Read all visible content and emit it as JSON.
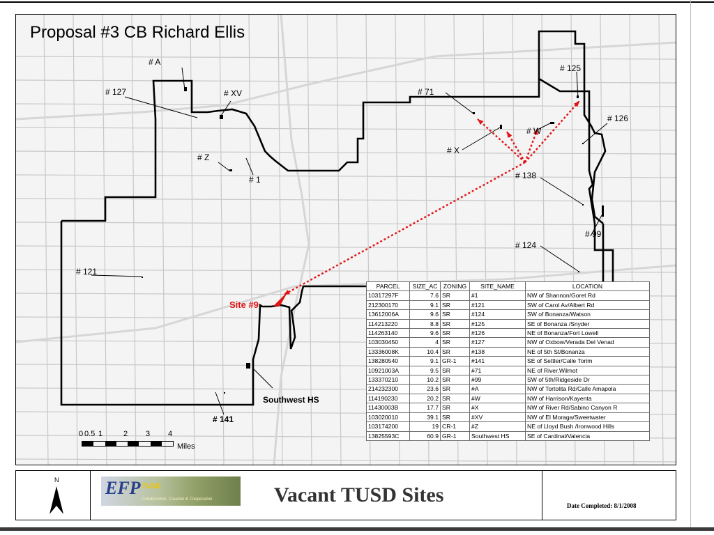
{
  "map": {
    "title": "Proposal #3 CB Richard Ellis",
    "labels": {
      "site_a": "# A",
      "site_127": "# 127",
      "site_xv": "# XV",
      "site_z": "# Z",
      "site_1": "# 1",
      "site_71": "# 71",
      "site_125": "# 125",
      "site_126": "# 126",
      "site_w": "# W",
      "site_x": "# X",
      "site_138": "# 138",
      "site_99": "# 99",
      "site_124": "# 124",
      "site_121": "# 121",
      "site_9": "Site #9",
      "southwest_hs": "Southwest HS",
      "site_141": "# 141"
    },
    "scale": {
      "ticks": [
        "0",
        "0.5",
        "1",
        "2",
        "3",
        "4"
      ],
      "units": "Miles"
    },
    "colors": {
      "boundary": "#000000",
      "arrow": "#e01414",
      "road": "#c8c8c8"
    }
  },
  "table": {
    "headers": [
      "PARCEL",
      "SIZE_AC",
      "ZONING",
      "SITE_NAME",
      "LOCATION"
    ],
    "rows": [
      [
        "10317297F",
        "7.6",
        "SR",
        "#1",
        "NW of Shannon/Goret Rd"
      ],
      [
        "212300170",
        "9.1",
        "SR",
        "#121",
        "SW of Carol Av/Albert Rd"
      ],
      [
        "13612006A",
        "9.6",
        "SR",
        "#124",
        "SW of Bonanza/Watson"
      ],
      [
        "114213220",
        "8.8",
        "SR",
        "#125",
        "SE of Bonanza /Snyder"
      ],
      [
        "114263140",
        "9.6",
        "SR",
        "#126",
        "NE of Bonanza/Fort Lowell"
      ],
      [
        "103030450",
        "4",
        "SR",
        "#127",
        "NW of Oxbow/Verada Del Venad"
      ],
      [
        "13336008K",
        "10.4",
        "SR",
        "#138",
        "NE of 5th St/Bonanza"
      ],
      [
        "138280540",
        "9.1",
        "GR-1",
        "#141",
        "SE of Settler/Calle Torim"
      ],
      [
        "10921003A",
        "9.5",
        "SR",
        "#71",
        "NE of River.Wilmot"
      ],
      [
        "133370210",
        "10.2",
        "SR",
        "#99",
        "SW of 5th/Ridgeside Dr"
      ],
      [
        "214232300",
        "23.6",
        "SR",
        "#A",
        "NW of Tortolita Rd/Calle Amapola"
      ],
      [
        "114190230",
        "20.2",
        "SR",
        "#W",
        "NW of Harrison/Kayenta"
      ],
      [
        "11430003B",
        "17.7",
        "SR",
        "#X",
        "NW of River Rd/Sabino Canyon R"
      ],
      [
        "103020010",
        "39.1",
        "SR",
        "#XV",
        "NW of El Moraga/Sweetwater"
      ],
      [
        "103174200",
        "19",
        "CR-1",
        "#Z",
        "NE of Lloyd Bush /Ironwood Hills"
      ],
      [
        "13825593C",
        "60.9",
        "GR-1",
        "Southwest HS",
        "SE of Cardinal/Valencia"
      ]
    ]
  },
  "footer": {
    "north_label": "N",
    "logo_text": "EFP",
    "logo_sub": "TUSD",
    "logo_tagline": "Collaboration, Creation & Cooperation",
    "title": "Vacant TUSD Sites",
    "date_completed": "Date Completed: 8/1/2008"
  }
}
